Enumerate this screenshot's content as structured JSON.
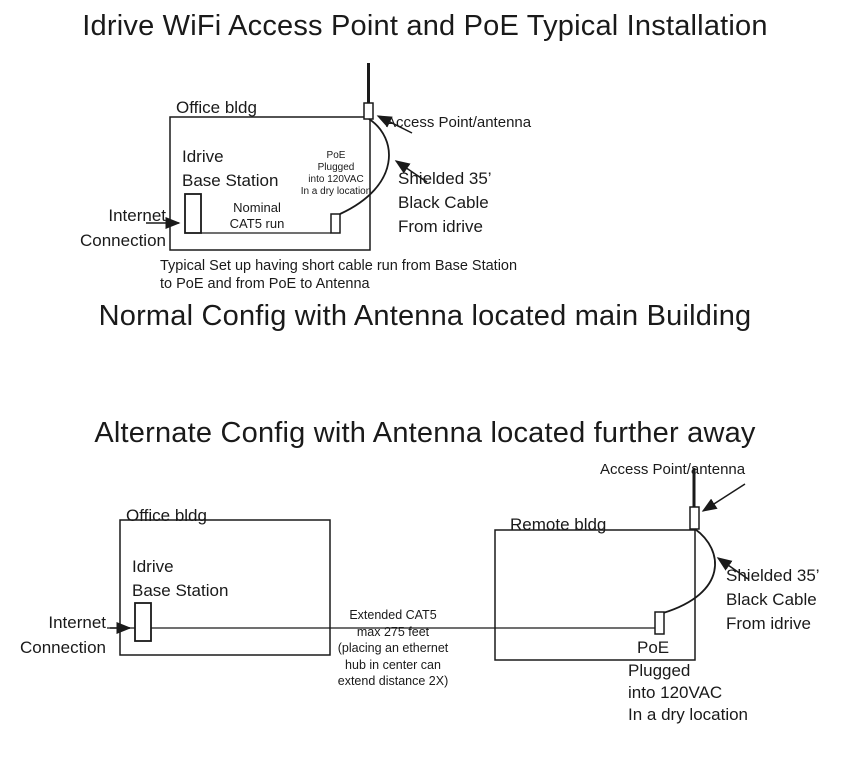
{
  "colors": {
    "ink": "#1a1a1a",
    "background": "#ffffff"
  },
  "title": "Idrive WiFi Access Point and PoE Typical Installation",
  "normal": {
    "heading": "Normal Config with Antenna located main Building",
    "office_label": "Office bldg",
    "access_point_label": "Access Point/antenna",
    "base_station_label": "Idrive\nBase Station",
    "internet_label": "Internet\nConnection",
    "cat5_label": "Nominal\nCAT5 run",
    "poe_note": "PoE\nPlugged\ninto 120VAC\nIn a dry location",
    "cable_label": "Shielded 35’\nBlack Cable\nFrom idrive",
    "caption": "Typical Set up having short cable run from Base Station\nto PoE and from PoE to Antenna"
  },
  "alternate": {
    "heading": "Alternate Config with Antenna located further away",
    "access_point_label": "Access Point/antenna",
    "office_label": "Office bldg",
    "remote_label": "Remote bldg",
    "base_station_label": "Idrive\nBase Station",
    "internet_label": "Internet\nConnection",
    "cat5_note": "Extended CAT5\nmax 275 feet\n(placing an ethernet\nhub in center can\nextend distance 2X)",
    "cable_label": "Shielded 35’\nBlack Cable\nFrom idrive",
    "poe_title": "PoE",
    "poe_note": "Plugged\ninto 120VAC\nIn a dry location"
  }
}
